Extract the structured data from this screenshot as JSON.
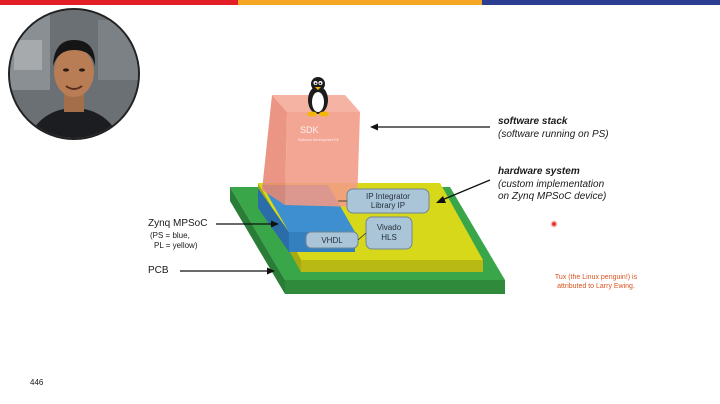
{
  "colors": {
    "bar_red": "#e41e26",
    "bar_orange": "#f5a623",
    "bar_blue": "#2c3e91",
    "pcb_green": "#3aa64a",
    "pl_yellow": "#d8d81a",
    "ps_blue": "#3d8fcf",
    "software_pink": "#f29a85",
    "ip_box": "#aac4d8",
    "credit_orange": "#d9531e",
    "marker_red": "#e53935"
  },
  "slide": {
    "software_stack": {
      "title": "software stack",
      "subtitle": "(software running on PS)"
    },
    "hardware_system": {
      "title": "hardware system",
      "subtitle_line1": "(custom implementation",
      "subtitle_line2": "on Zynq MPSoC device)"
    },
    "zynq": {
      "title": "Zynq MPSoC",
      "note_line1": "(PS = blue,",
      "note_line2": "PL = yellow)"
    },
    "pcb_label": "PCB",
    "credit_line1": "Tux (the Linux penguin!) is",
    "credit_line2": "attributed to Larry Ewing.",
    "page_number": "446"
  },
  "diagram": {
    "sdk_label": "SDK",
    "sdk_sublabel": "Software Development Kit",
    "ip_integrator_line1": "IP Integrator",
    "ip_integrator_line2": "Library IP",
    "vivado_hls_line1": "Vivado",
    "vivado_hls_line2": "HLS",
    "vhdl": "VHDL"
  },
  "icons": {
    "penguin": "tux-penguin-icon",
    "webcam": "presenter-webcam"
  }
}
